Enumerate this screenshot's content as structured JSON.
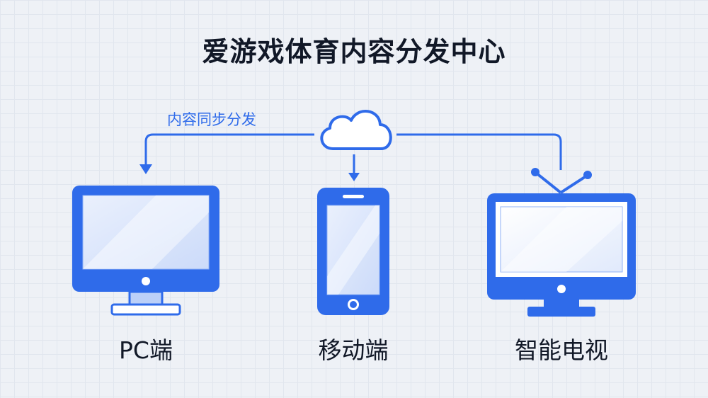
{
  "title": "爱游戏体育内容分发中心",
  "flow_label": "内容同步分发",
  "source": {
    "icon": "cloud-icon"
  },
  "devices": [
    {
      "label": "PC端",
      "icon": "desktop-monitor-icon"
    },
    {
      "label": "移动端",
      "icon": "smartphone-icon"
    },
    {
      "label": "智能电视",
      "icon": "television-icon"
    }
  ],
  "colors": {
    "accent": "#2f6bea",
    "accent_light": "#8fb0f5",
    "screen_fill": "#f4f7ff",
    "text": "#111827"
  }
}
